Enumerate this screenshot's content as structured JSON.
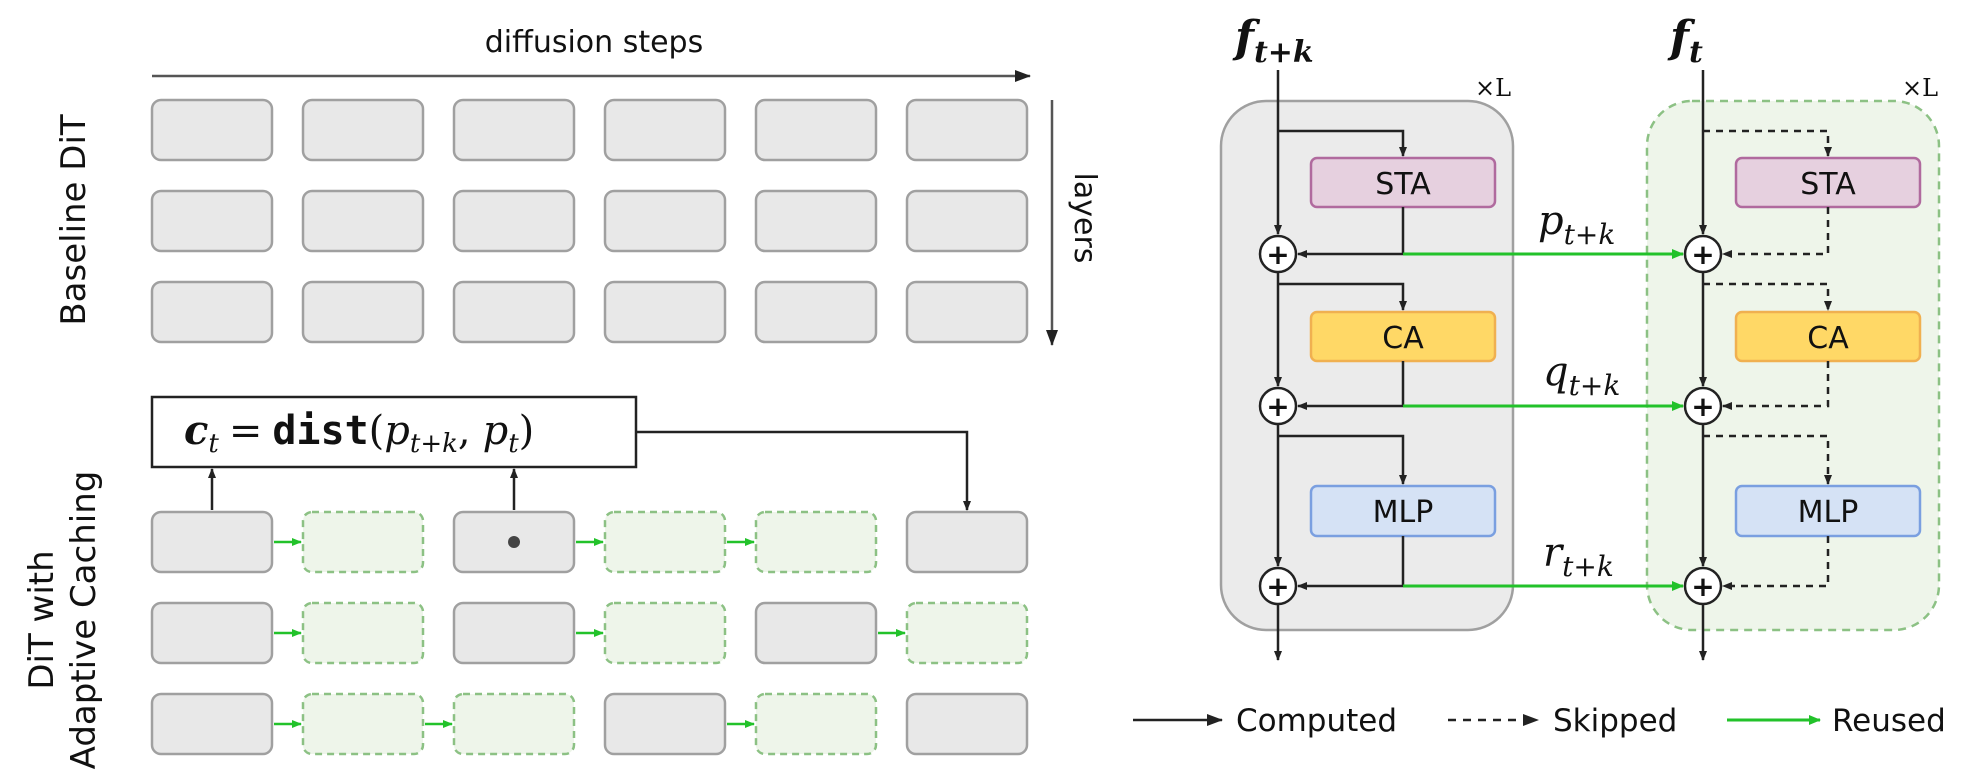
{
  "left": {
    "top_axis_label": "diffusion steps",
    "side_axis_label": "layers",
    "baseline_label": "Baseline DiT",
    "adaptive_label_line1": "DiT with",
    "adaptive_label_line2": "Adaptive Caching",
    "formula": {
      "lhs_var": "c",
      "lhs_sub": "t",
      "equals": "=",
      "func": "dist",
      "open": "(",
      "arg1_var": "p",
      "arg1_sub": "t+k",
      "comma": ",",
      "arg2_var": "p",
      "arg2_sub": "t",
      "close": ")"
    }
  },
  "right": {
    "col1_input_var": "f",
    "col1_input_sub": "t+k",
    "col2_input_var": "f",
    "col2_input_sub": "t",
    "repeat_label_1": "×L",
    "repeat_label_2": "×L",
    "blocks": {
      "sta": "STA",
      "ca": "CA",
      "mlp": "MLP"
    },
    "reuse": {
      "p_var": "p",
      "p_sub": "t+k",
      "q_var": "q",
      "q_sub": "t+k",
      "r_var": "r",
      "r_sub": "t+k"
    },
    "legend": {
      "computed": "Computed",
      "skipped": "Skipped",
      "reused": "Reused"
    }
  },
  "colors": {
    "grey_fill": "#e8e8e8",
    "grey_stroke": "#a0a0a0",
    "green_fill": "#eef5ea",
    "green_stroke": "#8cc184",
    "green_arrow": "#22c22a",
    "sta_fill": "#e6d0df",
    "sta_stroke": "#b06a9e",
    "ca_fill": "#ffd866",
    "ca_stroke": "#f0b050",
    "mlp_fill": "#d5e2f5",
    "mlp_stroke": "#7a9fe0"
  }
}
